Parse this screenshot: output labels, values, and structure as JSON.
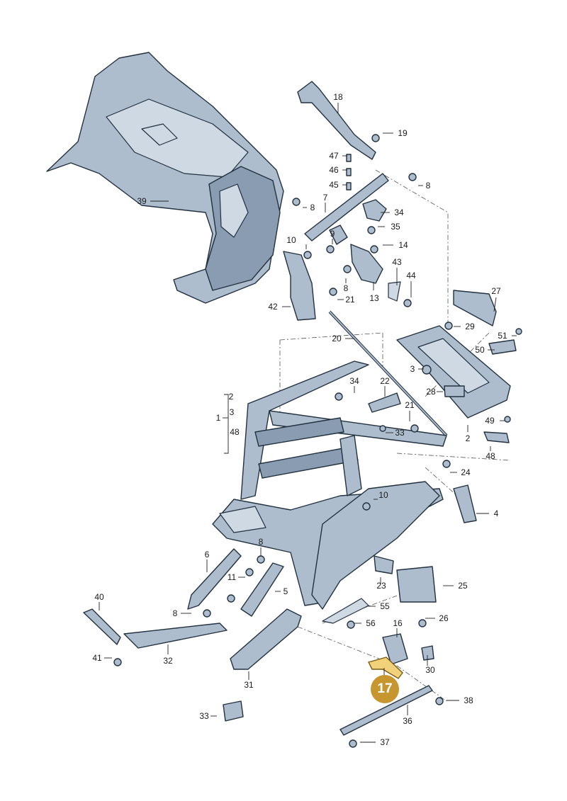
{
  "highlight": {
    "number": "17",
    "color": "#c7962f"
  },
  "colors": {
    "part_fill": "#aebdce",
    "outline": "#22313f",
    "highlight_part": "#f1d27a"
  },
  "callouts": {
    "c18": "18",
    "c19": "19",
    "c47": "47",
    "c46": "46",
    "c45": "45",
    "c8a": "8",
    "c7": "7",
    "c8b": "8",
    "c34a": "34",
    "c35": "35",
    "c9": "9",
    "c10a": "10",
    "c14": "14",
    "c39": "39",
    "c8c": "8",
    "c43": "43",
    "c44": "44",
    "c13": "13",
    "c21a": "21",
    "c27": "27",
    "c42": "42",
    "c29": "29",
    "c51": "51",
    "c20": "20",
    "c50": "50",
    "c3a": "3",
    "c2a": "2",
    "c3b": "3",
    "c1": "1",
    "c48a": "48",
    "c34b": "34",
    "c22": "22",
    "c28": "28",
    "c21b": "21",
    "c33a": "33",
    "c49": "49",
    "c2b": "2",
    "c48b": "48",
    "c24": "24",
    "c10b": "10",
    "c4": "4",
    "c6": "6",
    "c8d": "8",
    "c11": "11",
    "c23": "23",
    "c25": "25",
    "c5": "5",
    "c40": "40",
    "c55": "55",
    "c8e": "8",
    "c56": "56",
    "c26": "26",
    "c16": "16",
    "c41": "41",
    "c32": "32",
    "c30": "30",
    "c31": "31",
    "c38": "38",
    "c33b": "33",
    "c36": "36",
    "c37": "37"
  }
}
